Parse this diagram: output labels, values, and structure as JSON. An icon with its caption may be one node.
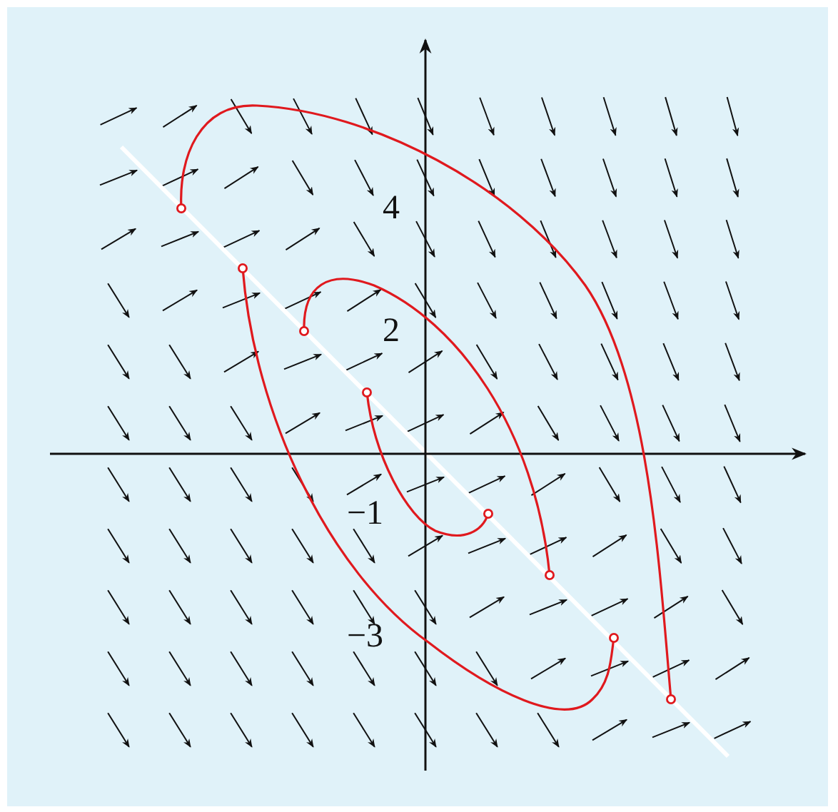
{
  "diagram": {
    "labels": [
      "4",
      "2",
      "−1",
      "−3"
    ]
  }
}
